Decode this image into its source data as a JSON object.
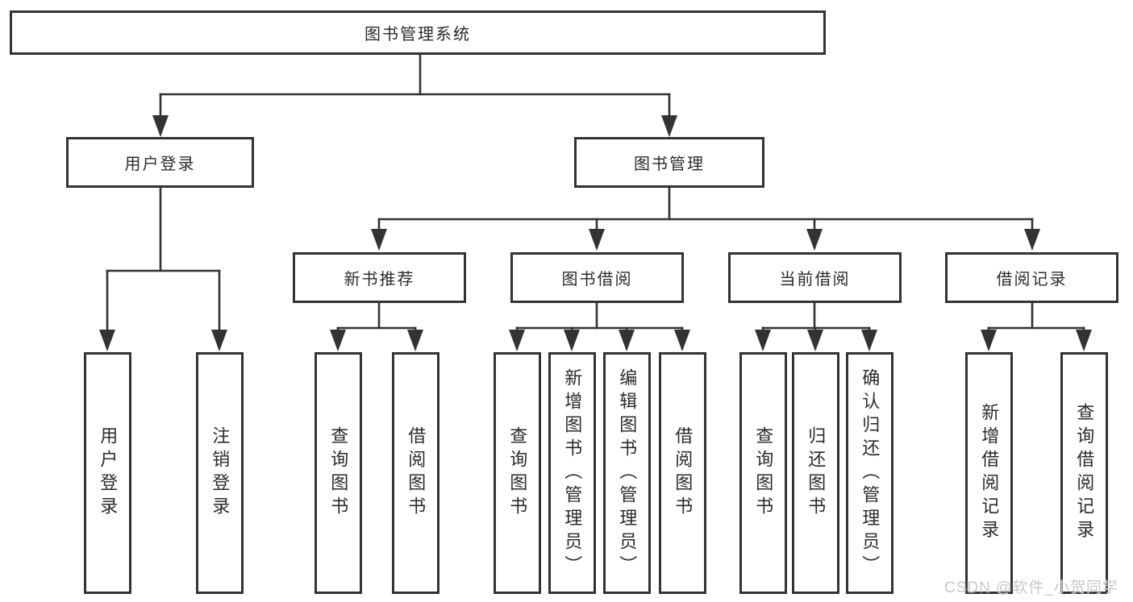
{
  "diagram": {
    "root": {
      "label": "图书管理系统"
    },
    "level2": [
      {
        "label": "用户登录"
      },
      {
        "label": "图书管理"
      }
    ],
    "level3": [
      {
        "label": "新书推荐"
      },
      {
        "label": "图书借阅"
      },
      {
        "label": "当前借阅"
      },
      {
        "label": "借阅记录"
      }
    ],
    "leaves": {
      "userLogin": [
        {
          "label": "用户登录"
        },
        {
          "label": "注销登录"
        }
      ],
      "newBooks": [
        {
          "label": "查询图书"
        },
        {
          "label": "借阅图书"
        }
      ],
      "bookBorrow": [
        {
          "label": "查询图书"
        },
        {
          "label": "新增图书（管理员）"
        },
        {
          "label": "编辑图书（管理员）"
        },
        {
          "label": "借阅图书"
        }
      ],
      "currentBorrow": [
        {
          "label": "查询图书"
        },
        {
          "label": "归还图书"
        },
        {
          "label": "确认归还（管理员）"
        }
      ],
      "borrowRecords": [
        {
          "label": "新增借阅记录"
        },
        {
          "label": "查询借阅记录"
        }
      ]
    }
  },
  "watermark": "CSDN @软件_小贺同学",
  "colors": {
    "line": "#333333",
    "text": "#2b2b2b",
    "box_bg": "#ffffff",
    "watermark": "#c9c9c9"
  }
}
